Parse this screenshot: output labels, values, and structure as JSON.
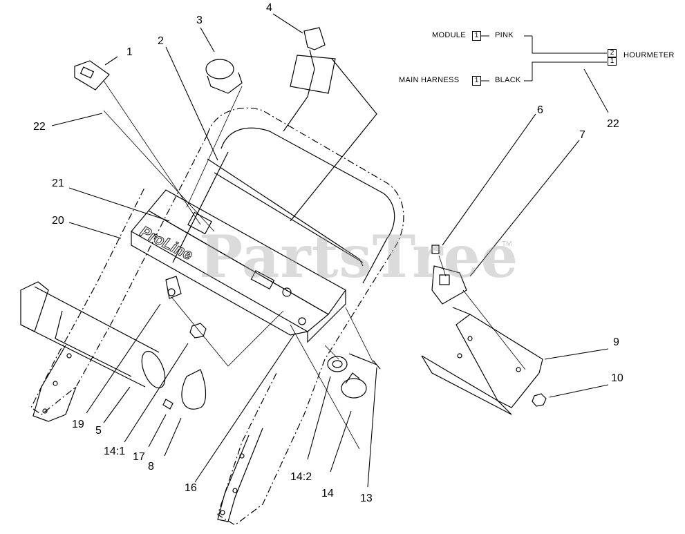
{
  "watermark": {
    "text": "PartsTree",
    "trademark": "TM"
  },
  "brand_text": "ProLine",
  "callouts": {
    "c1": "1",
    "c2": "2",
    "c3": "3",
    "c4": "4",
    "c5": "5",
    "c6": "6",
    "c7": "7",
    "c8": "8",
    "c9": "9",
    "c10": "10",
    "c13": "13",
    "c14": "14",
    "c14_1": "14:1",
    "c14_2": "14:2",
    "c16": "16",
    "c17": "17",
    "c19": "19",
    "c20": "20",
    "c21": "21",
    "c22_left": "22",
    "c22_right": "22"
  },
  "wiring": {
    "module_label": "MODULE",
    "module_pin": "1",
    "module_wire": "PINK",
    "harness_label": "MAIN HARNESS",
    "harness_pin": "1",
    "harness_wire": "BLACK",
    "hourmeter_label": "HOURMETER",
    "hourmeter_pin_top": "2",
    "hourmeter_pin_bottom": "1"
  }
}
